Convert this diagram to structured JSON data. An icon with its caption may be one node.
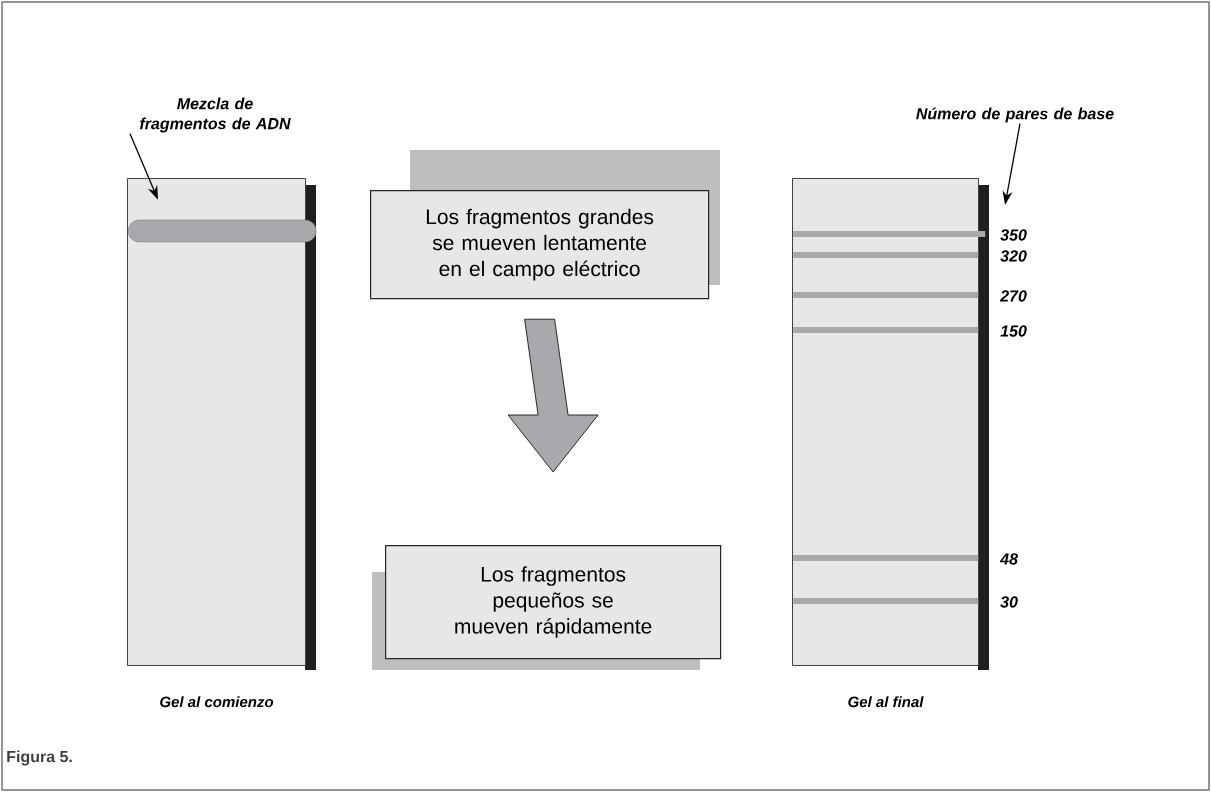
{
  "diagram": {
    "caption": "Figura 5.",
    "nodes": [
      {
        "text": [],
        "shape": "box",
        "beside": [
          "Gel al comienzo"
        ]
      },
      {
        "text": [
          "Mezcla de fragmentos de ADN"
        ]
      },
      {
        "text": [],
        "shape": "bar",
        "in": 0
      },
      {
        "text": [
          "Los fragmentos grandes se mueven lentamente en el campo eléctrico"
        ]
      },
      {
        "text": [
          "Los fragmentos pequeños se mueven rápidamente"
        ]
      },
      {
        "text": [],
        "shape": "box",
        "beside": [
          "Gel al final"
        ]
      },
      {
        "text": [
          "Número de pares de base"
        ]
      },
      {
        "text": [],
        "shape": "bar",
        "in": 5,
        "beside": [
          "350"
        ]
      },
      {
        "text": [],
        "shape": "bar",
        "in": 5,
        "beside": [
          "320"
        ]
      },
      {
        "text": [],
        "shape": "bar",
        "in": 5,
        "beside": [
          "270"
        ]
      },
      {
        "text": [],
        "shape": "bar",
        "in": 5,
        "beside": [
          "150"
        ]
      },
      {
        "text": [],
        "shape": "bar",
        "in": 5,
        "beside": [
          "48"
        ]
      },
      {
        "text": [],
        "shape": "bar",
        "in": 5,
        "beside": [
          "30"
        ]
      }
    ],
    "edges": [
      {
        "from": 1,
        "to": 2,
        "arrow": "to"
      },
      {
        "from": 3,
        "to": 4,
        "arrow": "to",
        "style": "thick"
      },
      {
        "from": 6,
        "to": null,
        "arrow": "to"
      }
    ]
  }
}
